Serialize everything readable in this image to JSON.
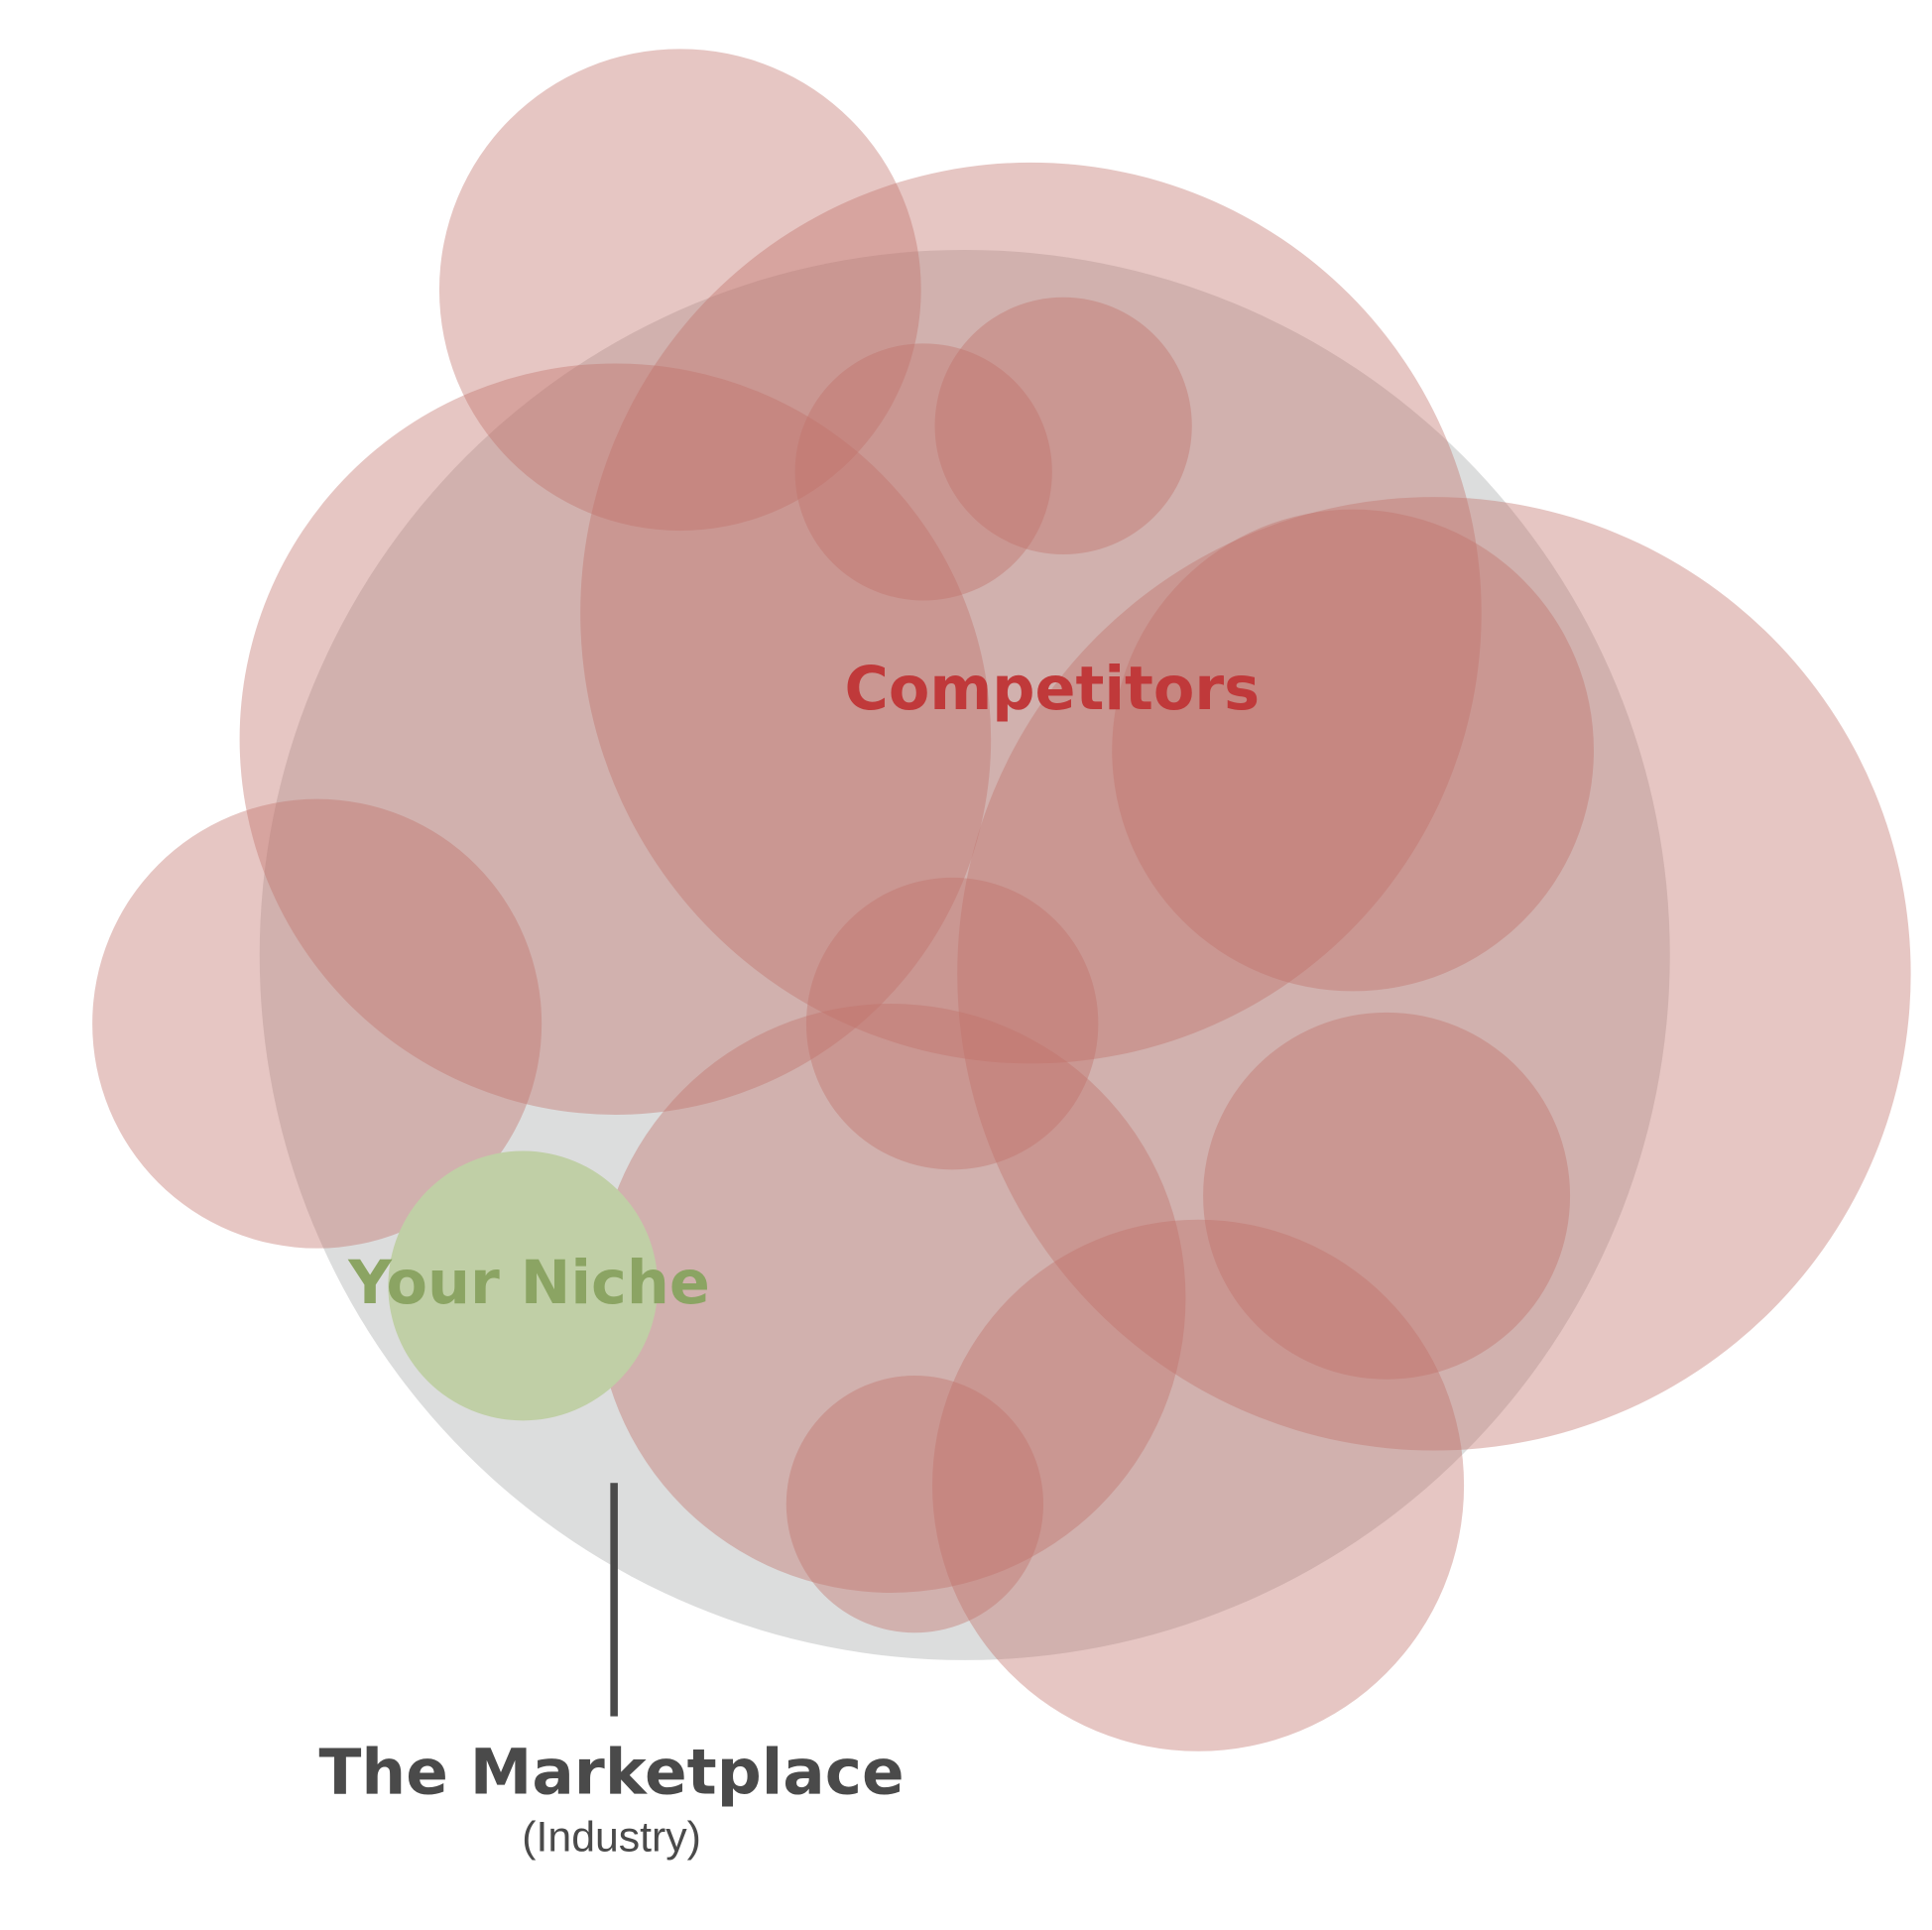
{
  "diagram": {
    "competitors_label": "Competitors",
    "niche_label": "Your Niche",
    "marketplace_label": "The Marketplace",
    "marketplace_sublabel": "(Industry)",
    "colors": {
      "marketplace": "#dcdddd",
      "competitor": "#c0706a",
      "niche": "#c0cfa6",
      "competitor_text": "#c0393a",
      "niche_text": "#8ba463",
      "marketplace_text": "#4a4a4a"
    }
  }
}
